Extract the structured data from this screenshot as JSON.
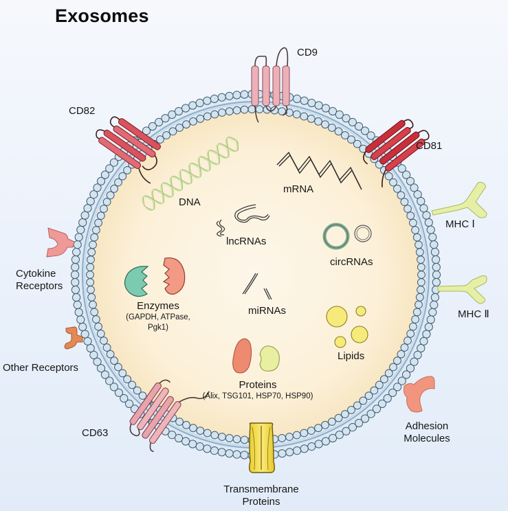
{
  "title": "Exosomes",
  "colors": {
    "lumen_center": "#fdf6e6",
    "lumen_edge": "#f8e9c8",
    "membrane_bead_fill": "#d4e4ef",
    "membrane_bead_stroke": "#3e5a72",
    "membrane_line": "#8fb0cc",
    "tetraspanin_light": "#e9a8b0",
    "tetraspanin_dark": "#d23a45",
    "dna": "#cfe0a8",
    "mhc": "#e6efa6",
    "enzyme_green": "#7ccbb0",
    "enzyme_red": "#f39a85",
    "lipid": "#f6ea7a",
    "transmembrane_protein": "#f1dd50",
    "cytokine_receptor": "#ef9a98",
    "other_receptor": "#e48856",
    "adhesion_molecule": "#f2957f"
  },
  "membrane_proteins": {
    "cd9": "CD9",
    "cd82": "CD82",
    "cd81": "CD81",
    "cd63": "CD63",
    "mhc1": "MHC Ⅰ",
    "mhc2": "MHC Ⅱ",
    "cytokine_receptors": [
      "Cytokine",
      "Receptors"
    ],
    "other_receptors": "Other Receptors",
    "adhesion_molecules": [
      "Adhesion",
      "Molecules"
    ],
    "transmembrane_proteins": [
      "Transmembrane",
      "Proteins"
    ]
  },
  "cargo": {
    "dna": "DNA",
    "mrna": "mRNA",
    "lncrnas": "lncRNAs",
    "circrnas": "circRNAs",
    "mirnas": "miRNAs",
    "enzymes": {
      "label": "Enzymes",
      "examples_line1": "(GAPDH, ATPase,",
      "examples_line2": "Pgk1)"
    },
    "lipids": "Lipids",
    "proteins": {
      "label": "Proteins",
      "examples": "(Alix, TSG101, HSP70, HSP90)"
    }
  }
}
